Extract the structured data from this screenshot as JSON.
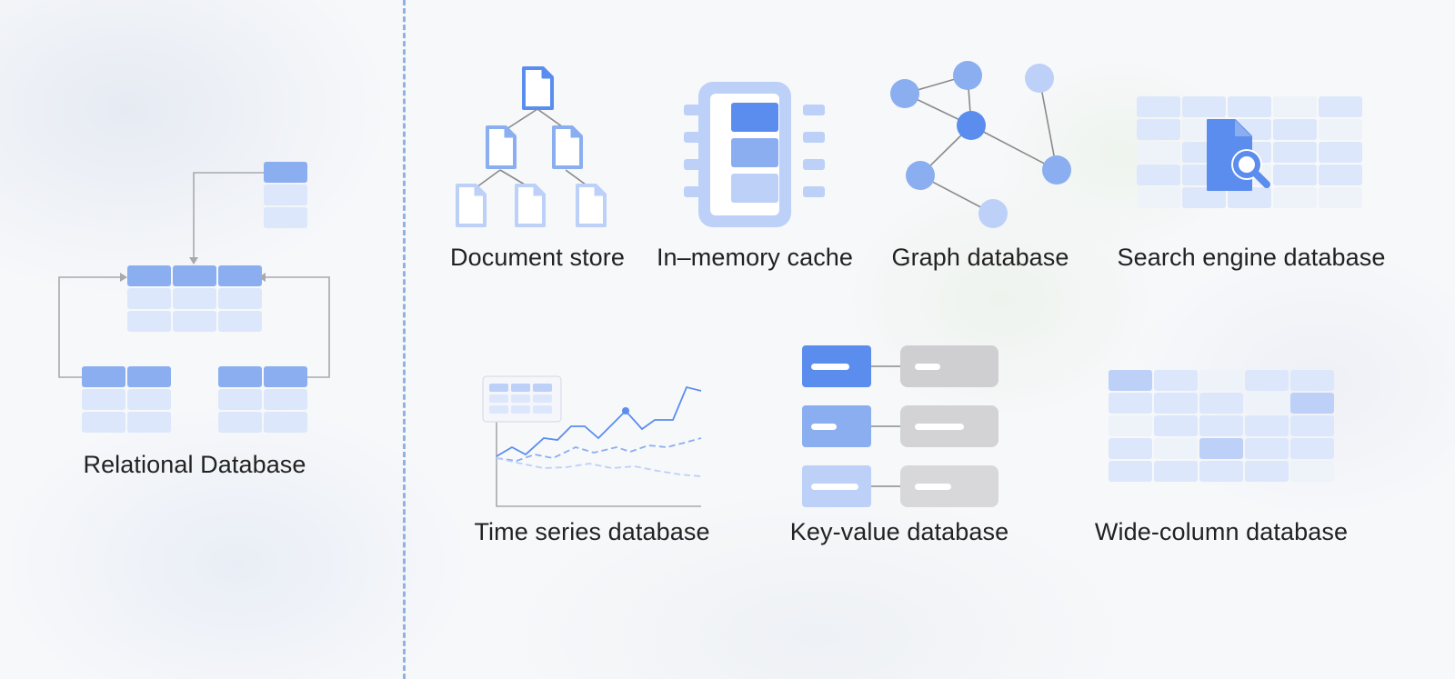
{
  "labels": {
    "relational": "Relational Database",
    "document": "Document store",
    "inmemory": "In–memory cache",
    "graph": "Graph database",
    "search": "Search engine database",
    "timeseries": "Time series database",
    "keyvalue": "Key-value database",
    "widecolumn": "Wide-column database"
  },
  "colors": {
    "primary": "#5b8def",
    "medium": "#8aaef0",
    "light": "#bcd0f8",
    "pale": "#dde7fb",
    "gray": "#cfcfd1",
    "divider": "#8fb1e6"
  }
}
